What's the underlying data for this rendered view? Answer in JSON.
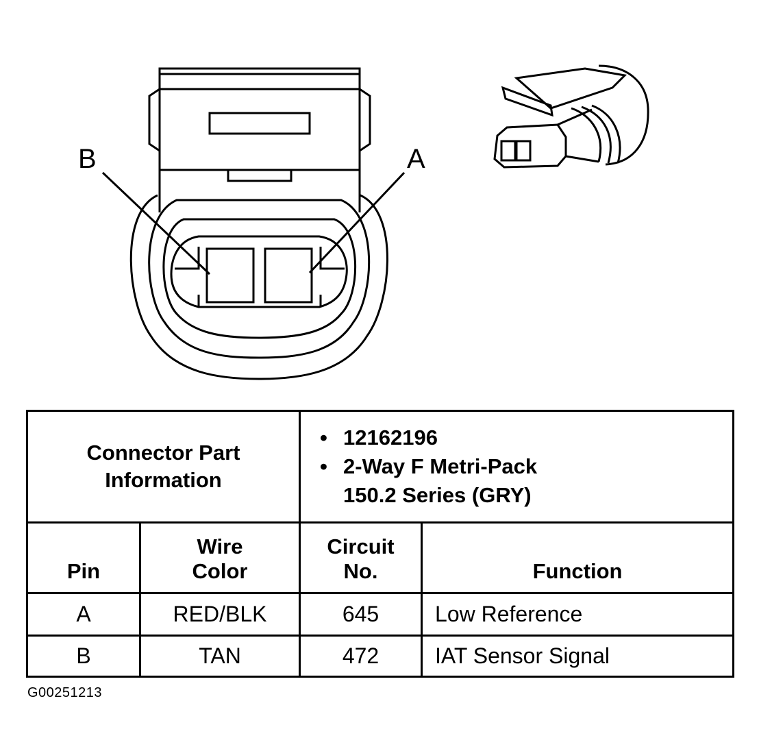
{
  "diagram": {
    "callouts": {
      "pin_b": "B",
      "pin_a": "A"
    }
  },
  "table": {
    "header_info": {
      "label_line1": "Connector Part",
      "label_line2": "Information",
      "bullet_char": "•",
      "bullets": [
        {
          "line1": "12162196",
          "line2": ""
        },
        {
          "line1": "2-Way F Metri-Pack",
          "line2": "150.2 Series (GRY)"
        }
      ]
    },
    "columns": [
      {
        "line1": "",
        "line2": "Pin"
      },
      {
        "line1": "Wire",
        "line2": "Color"
      },
      {
        "line1": "Circuit",
        "line2": "No."
      },
      {
        "line1": "",
        "line2": "Function"
      }
    ],
    "rows": [
      {
        "pin": "A",
        "wire_color": "RED/BLK",
        "circuit": "645",
        "function": "Low Reference"
      },
      {
        "pin": "B",
        "wire_color": "TAN",
        "circuit": "472",
        "function": "IAT Sensor Signal"
      }
    ]
  },
  "figure_id": "G00251213"
}
